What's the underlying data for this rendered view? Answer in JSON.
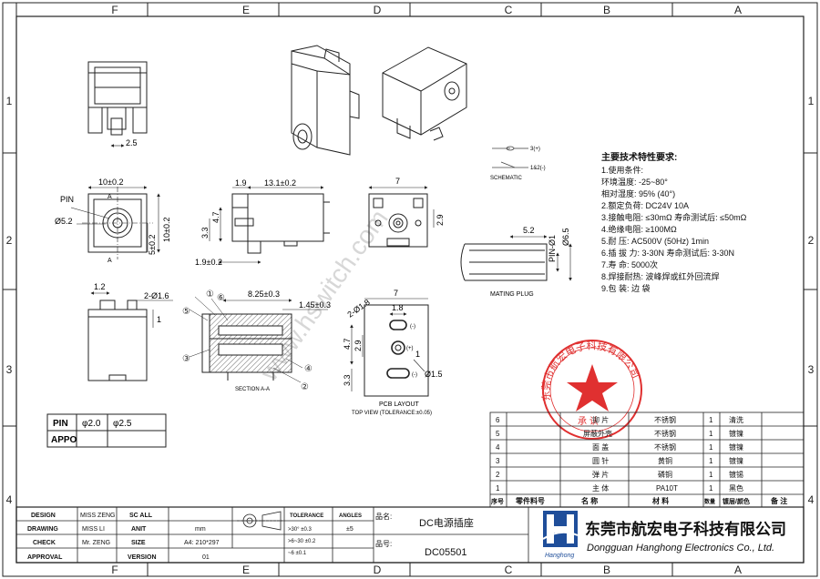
{
  "frame": {
    "columns": [
      "F",
      "E",
      "D",
      "C",
      "B",
      "A"
    ],
    "rows": [
      "1",
      "2",
      "3",
      "4"
    ]
  },
  "dims": {
    "top_left_w": "2.5",
    "front_w": "10±0.2",
    "front_h": "10±0.2",
    "front_side": "5±0.2",
    "pin_label": "PIN",
    "pin_dia": "Ø5.2",
    "mark_a": "A",
    "side_19": "1.9",
    "side_131": "13.1±0.2",
    "side_33": "3.3",
    "side_47": "4.7",
    "side_19b": "1.9±0.2",
    "rear_7": "7",
    "rear_29": "2.9",
    "bot_12": "1.2",
    "bot_16": "2-Ø1.6",
    "bot_1": "1",
    "sec_825": "8.25±0.3",
    "sec_145": "1.45±0.3",
    "sec_label": "SECTION A-A",
    "callouts": [
      "①",
      "②",
      "③",
      "④",
      "⑤",
      "⑥"
    ],
    "pcb_18": "1.8",
    "pcb_7": "7",
    "pcb_2d18": "2-Ø1.8",
    "pcb_47": "4.7",
    "pcb_29": "2.9",
    "pcb_33": "3.3",
    "pcb_1": "1",
    "pcb_15": "Ø1.5",
    "pcb_minus": "(-)",
    "pcb_plus": "(+)",
    "pcb_title": "PCB  LAYOUT",
    "pcb_sub": "TOP VIEW (TOLERANCE:±0.05)",
    "plug_52": "5.2",
    "plug_pin": "PIN-Ø1",
    "plug_65": "Ø6.5",
    "plug_label": "MATING PLUG",
    "schematic_label": "SCHEMATIC",
    "schematic_a": "3(+)",
    "schematic_b": "1&2(-)"
  },
  "specs": {
    "title": "主要技术特性要求:",
    "lines": [
      "1.使用条件:",
      "  环境温度: -25~80°",
      "  相对湿度: 95% (40°)",
      "2.额定负荷: DC24V   10A",
      "3.接触电阻: ≤30mΩ 寿命测试后: ≤50mΩ",
      "4.绝缘电阻: ≥100MΩ",
      "5.耐   压: AC500V (50Hz) 1min",
      "6.插 拔 力: 3-30N 寿命测试后: 3-30N",
      "7.寿   命: 5000次",
      "8.焊接耐热: 波峰焊或红外回流焊",
      "9.包   装: 边 袋"
    ]
  },
  "stamp": {
    "company": "东莞市航宏电子科技有限公司",
    "sub": "承 认"
  },
  "pin_table": {
    "header": [
      "PIN",
      "φ2.0",
      "φ2.5"
    ],
    "row": [
      "APPO",
      "",
      ""
    ]
  },
  "bom": {
    "rows": [
      [
        "6",
        "铆 片",
        "",
        "不锈钢",
        "1",
        "清洗"
      ],
      [
        "5",
        "屏蔽外壳",
        "",
        "不锈钢",
        "1",
        "镀镍"
      ],
      [
        "4",
        "面 盖",
        "",
        "不锈钢",
        "1",
        "镀镍"
      ],
      [
        "3",
        "圆 针",
        "",
        "黄铜",
        "1",
        "镀镍"
      ],
      [
        "2",
        "弹 片",
        "",
        "磷铜",
        "1",
        "镀锡"
      ],
      [
        "1",
        "主 体",
        "",
        "PA10T",
        "1",
        "黑色"
      ]
    ],
    "header": [
      "序号",
      "零件料号",
      "名 称",
      "材 料",
      "数量",
      "镀层/颜色",
      "备 注"
    ]
  },
  "titleblock": {
    "design_label": "DESIGN",
    "design_name": "MISS ZENG",
    "drawing_label": "DRAWING",
    "drawing_name": "MISS LI",
    "check_label": "CHECK",
    "check_name": "Mr. ZENG",
    "approval_label": "APPROVAL",
    "sc_all": "SC ALL",
    "unit_label": "ANIT",
    "unit_value": "mm",
    "size_label": "SIZE",
    "size_value": "A4: 210*297",
    "version_label": "VERSION",
    "version_value": "01",
    "tol_label": "TOLERANCE",
    "ang_label": "ANGLES",
    "tol_rows": [
      ">30° ±0.3",
      ">6~30 ±0.2",
      "~6   ±0.1"
    ],
    "ang_value": "±5",
    "name_label": "品名:",
    "name_value": "DC电源插座",
    "no_label": "品号:",
    "no_value": "DC05501",
    "logo_text": "Hanghong",
    "company_cn": "东莞市航宏电子科技有限公司",
    "company_en": "Dongguan Hanghong Electronics Co., Ltd."
  },
  "watermark": "www.hswitch.com",
  "colors": {
    "line": "#222222",
    "stamp": "#e03030",
    "logo_blue": "#1f4e9a",
    "watermark": "#b9b9b9"
  }
}
